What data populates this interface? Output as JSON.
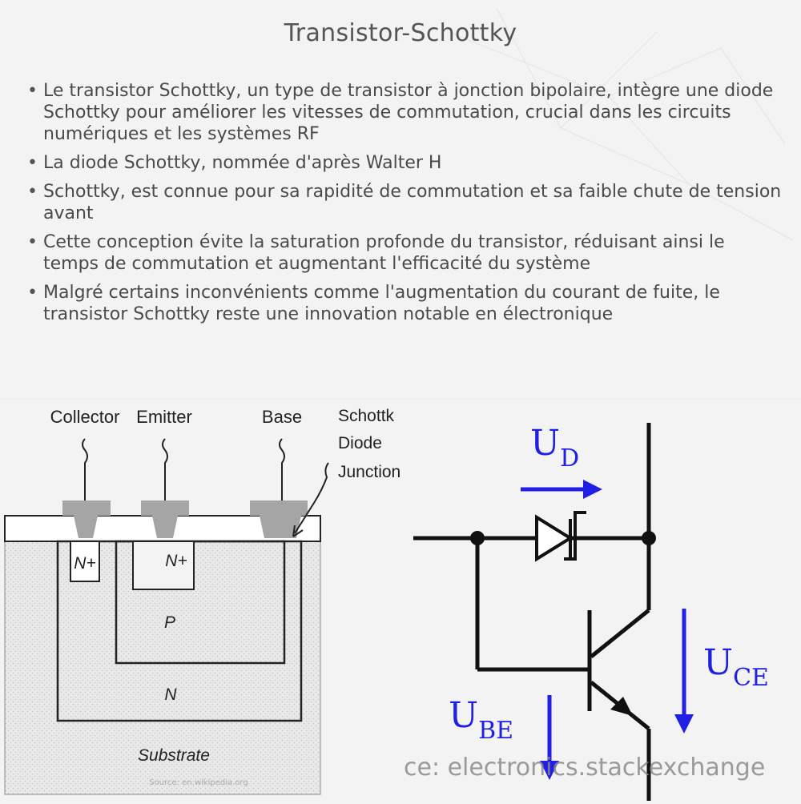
{
  "title": "Transistor-Schottky",
  "bullets": [
    "Le transistor Schottky, un type de transistor à jonction bipolaire, intègre une diode Schottky pour améliorer les vitesses de commutation, crucial dans les circuits numériques et les systèmes RF",
    "La diode Schottky, nommée d'après Walter H",
    "Schottky, est connue pour sa rapidité de commutation et sa faible chute de tension avant",
    "Cette conception évite la saturation profonde du transistor, réduisant ainsi le temps de commutation et augmentant l'efficacité du système",
    "Malgré certains inconvénients comme l'augmentation du courant de fuite, le transistor Schottky reste une innovation notable en électronique"
  ],
  "cross_section": {
    "collector": "Collector",
    "emitter": "Emitter",
    "base": "Base",
    "schottky_line1": "Schottk",
    "schottky_line2": "Diode",
    "schottky_line3": "Junction",
    "n_plus_left": "N+",
    "n_plus_right": "N+",
    "p_region": "P",
    "n_region": "N",
    "substrate": "Substrate",
    "source": "Source: en.wikipedia.org"
  },
  "circuit": {
    "ud_main": "U",
    "ud_sub": "D",
    "uce_main": "U",
    "uce_sub": "CE",
    "ube_main": "U",
    "ube_sub": "BE",
    "source": "ce: electronics.stackexchange",
    "arrow_color": "#1f1fe6"
  }
}
